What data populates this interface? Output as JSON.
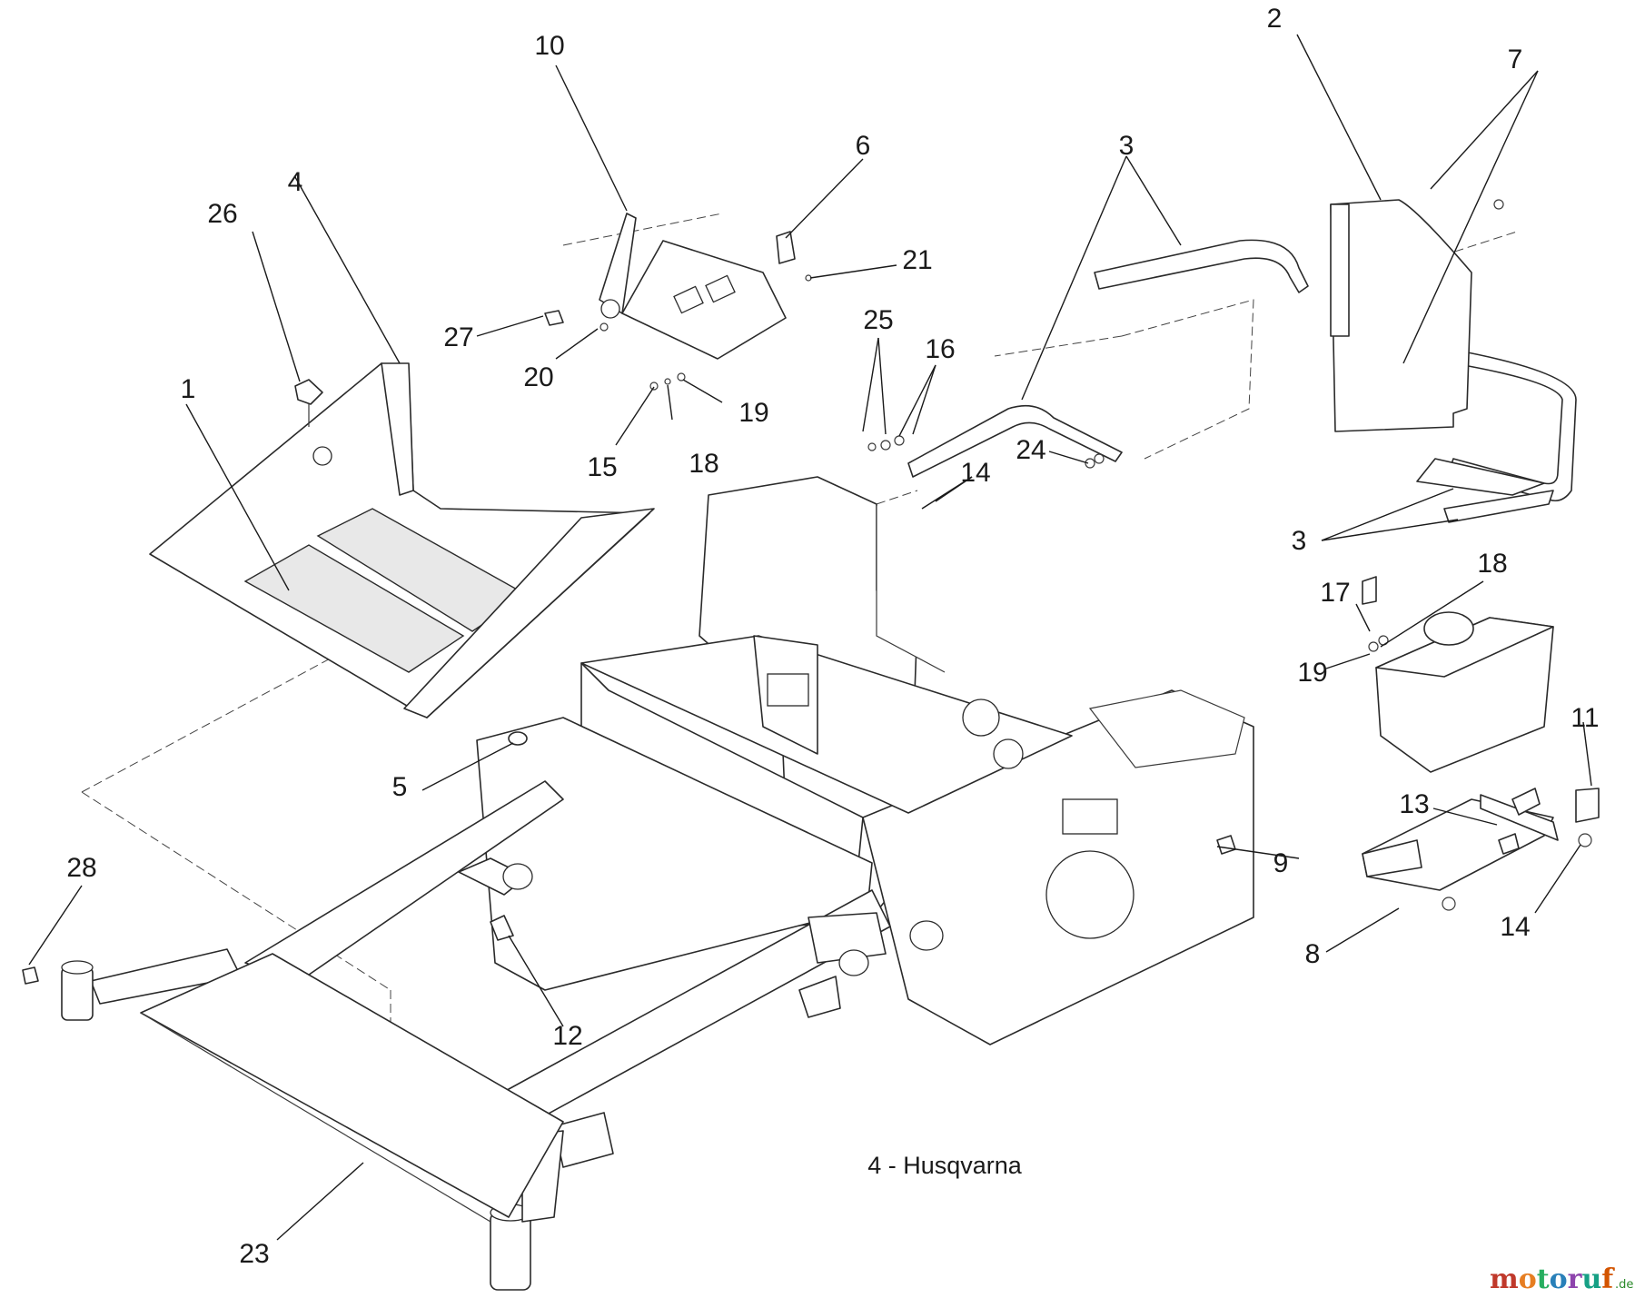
{
  "caption": "4 - Husqvarna",
  "watermark": {
    "letters": [
      {
        "ch": "m",
        "color": "#c0392b"
      },
      {
        "ch": "o",
        "color": "#e67e22"
      },
      {
        "ch": "t",
        "color": "#27ae60"
      },
      {
        "ch": "o",
        "color": "#2980b9"
      },
      {
        "ch": "r",
        "color": "#8e44ad"
      },
      {
        "ch": "u",
        "color": "#16a085"
      },
      {
        "ch": "f",
        "color": "#d35400"
      }
    ],
    "suffix": ".de"
  },
  "callouts": [
    {
      "id": "c10",
      "label": "10"
    },
    {
      "id": "c2",
      "label": "2"
    },
    {
      "id": "c7",
      "label": "7"
    },
    {
      "id": "c6",
      "label": "6"
    },
    {
      "id": "c3a",
      "label": "3"
    },
    {
      "id": "c26",
      "label": "26"
    },
    {
      "id": "c4",
      "label": "4"
    },
    {
      "id": "c21",
      "label": "21"
    },
    {
      "id": "c25",
      "label": "25"
    },
    {
      "id": "c16",
      "label": "16"
    },
    {
      "id": "c27",
      "label": "27"
    },
    {
      "id": "c1",
      "label": "1"
    },
    {
      "id": "c20",
      "label": "20"
    },
    {
      "id": "c19a",
      "label": "19"
    },
    {
      "id": "c24",
      "label": "24"
    },
    {
      "id": "c15",
      "label": "15"
    },
    {
      "id": "c18a",
      "label": "18"
    },
    {
      "id": "c14a",
      "label": "14"
    },
    {
      "id": "c3b",
      "label": "3"
    },
    {
      "id": "c18b",
      "label": "18"
    },
    {
      "id": "c17",
      "label": "17"
    },
    {
      "id": "c19b",
      "label": "19"
    },
    {
      "id": "c11",
      "label": "11"
    },
    {
      "id": "c5",
      "label": "5"
    },
    {
      "id": "c13",
      "label": "13"
    },
    {
      "id": "c9",
      "label": "9"
    },
    {
      "id": "c28",
      "label": "28"
    },
    {
      "id": "c14b",
      "label": "14"
    },
    {
      "id": "c8",
      "label": "8"
    },
    {
      "id": "c12",
      "label": "12"
    },
    {
      "id": "c23",
      "label": "23"
    }
  ]
}
